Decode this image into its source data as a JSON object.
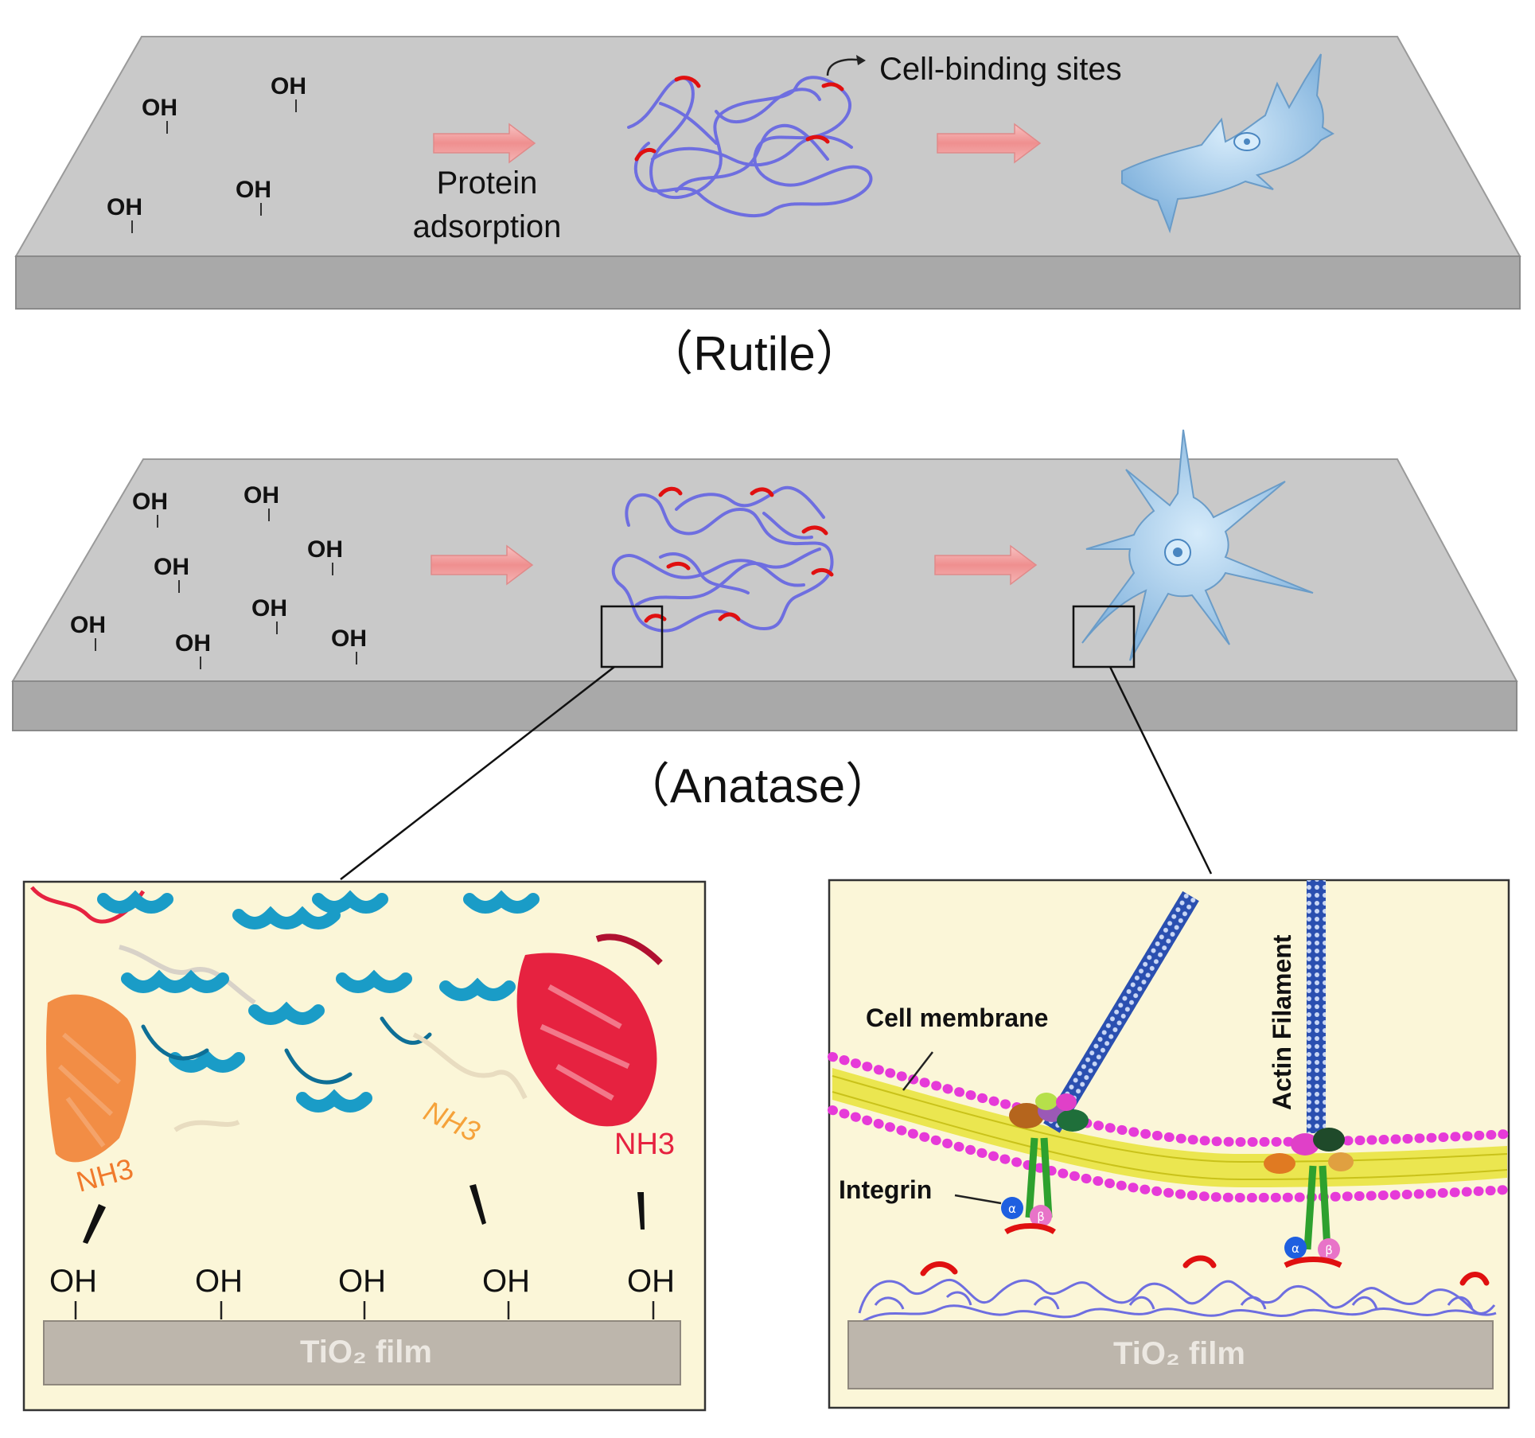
{
  "rutile": {
    "caption": "（Rutile）",
    "oh_labels": [
      "OH",
      "OH",
      "OH",
      "OH"
    ],
    "protein_label_line1": "Protein",
    "protein_label_line2": "adsorption",
    "binding_sites_label": "Cell-binding sites"
  },
  "anatase": {
    "caption": "（Anatase）",
    "oh_labels": [
      "OH",
      "OH",
      "OH",
      "OH",
      "OH",
      "OH",
      "OH",
      "OH"
    ]
  },
  "left_inset": {
    "nh3_labels": [
      "NH3",
      "NH3",
      "NH3"
    ],
    "oh_labels": [
      "OH",
      "OH",
      "OH",
      "OH",
      "OH"
    ],
    "film_label": "TiO₂ film"
  },
  "right_inset": {
    "cell_membrane_label": "Cell membrane",
    "actin_label": "Actin Filament",
    "integrin_label": "Integrin",
    "film_label": "TiO₂ film",
    "alpha_label": "α",
    "beta_label": "β"
  },
  "colors": {
    "slab_top": "#c9c9c9",
    "slab_side": "#a9a9a9",
    "protein": "#6e6ee0",
    "binding_site": "#e01010",
    "cell": "#9ec6ea",
    "arrow": "#f19a9a",
    "inset_bg": "#fbf6d8",
    "film": "#bdb6ac",
    "membrane": "#e63ad8",
    "lipid_tail": "#e9e441",
    "integrin": "#2ea12e",
    "actin": "#2a4fb0",
    "helix": "#1a9cc7",
    "sheet_red": "#e62240",
    "sheet_orange": "#f07a2c"
  }
}
